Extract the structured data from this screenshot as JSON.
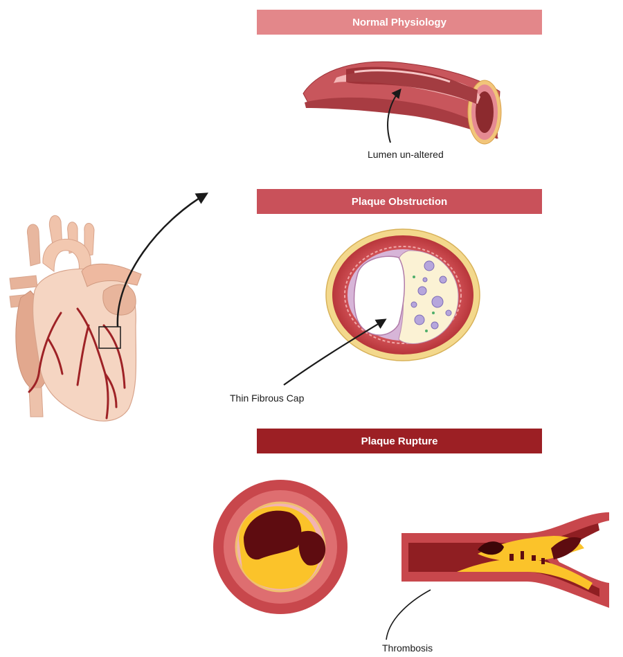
{
  "sections": {
    "normal": {
      "title": "Normal Physiology",
      "caption": "Lumen un-altered"
    },
    "plaque": {
      "title": "Plaque Obstruction",
      "caption": "Thin Fibrous Cap"
    },
    "rupture": {
      "title": "Plaque Rupture",
      "caption": "Thrombosis"
    }
  },
  "colors": {
    "normal_banner": "#e3878a",
    "plaque_banner": "#c9515a",
    "rupture_banner": "#9c1f24",
    "vessel_wall": "#c8565c",
    "lumen": "#8c2a2e",
    "plaque_core": "#fbc32a",
    "thrombus": "#5e0c10",
    "heart_tissue": "#f2cdb6",
    "coronary_artery": "#9e2226"
  },
  "icons": [
    "heart-illustration",
    "zoom-box",
    "curved-arrow",
    "pointer-arrow"
  ]
}
